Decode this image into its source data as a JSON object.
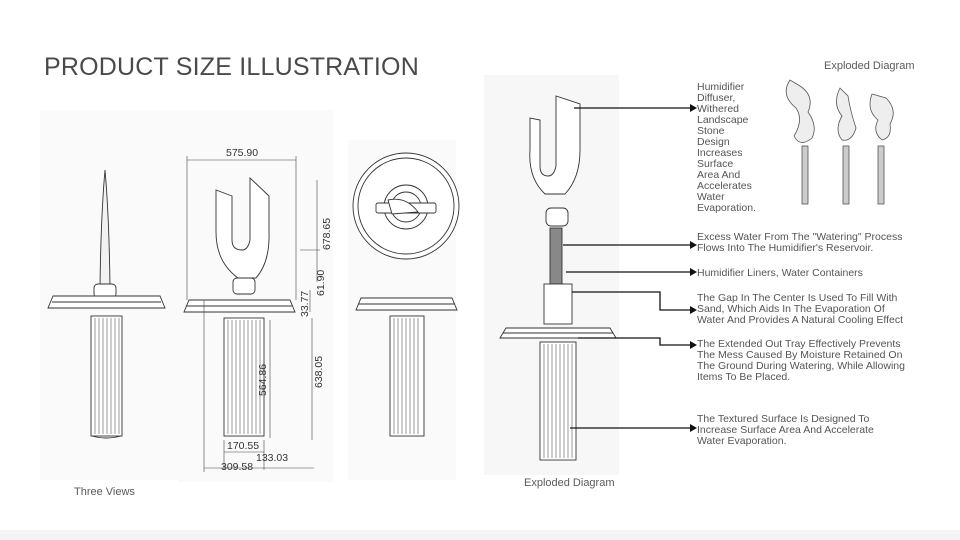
{
  "title": "PRODUCT SIZE ILLUSTRATION",
  "captions": {
    "three_views": "Three Views",
    "exploded_main": "Exploded Diagram",
    "exploded_top": "Exploded Diagram"
  },
  "dimensions": {
    "width_top": "575.90",
    "height_top": "678.65",
    "neck": "61.90",
    "tray": "33.77",
    "total_lower": "638.05",
    "body_height": "564.86",
    "bottom_170": "170.55",
    "bottom_133": "133.03",
    "bottom_309": "309.58"
  },
  "annotations": [
    "Humidifier\nDiffuser,\nWithered\nLandscape\nStone\nDesign\nIncreases\nSurface\nArea And\nAccelerates\nWater\nEvaporation.",
    "Excess Water From The \"Watering\" Process\nFlows Into The Humidifier's Reservoir.",
    "Humidifier Liners, Water Containers",
    "The Gap In The Center Is Used To Fill With\nSand, Which Aids In The Evaporation Of\nWater And Provides A Natural Cooling Effect",
    "The Extended Out Tray Effectively Prevents\nThe Mess Caused By Moisture Retained On\nThe Ground During Watering, While Allowing\nItems To Be Placed.",
    "The Textured Surface Is Designed To\nIncrease Surface Area And Accelerate\nWater Evaporation."
  ]
}
